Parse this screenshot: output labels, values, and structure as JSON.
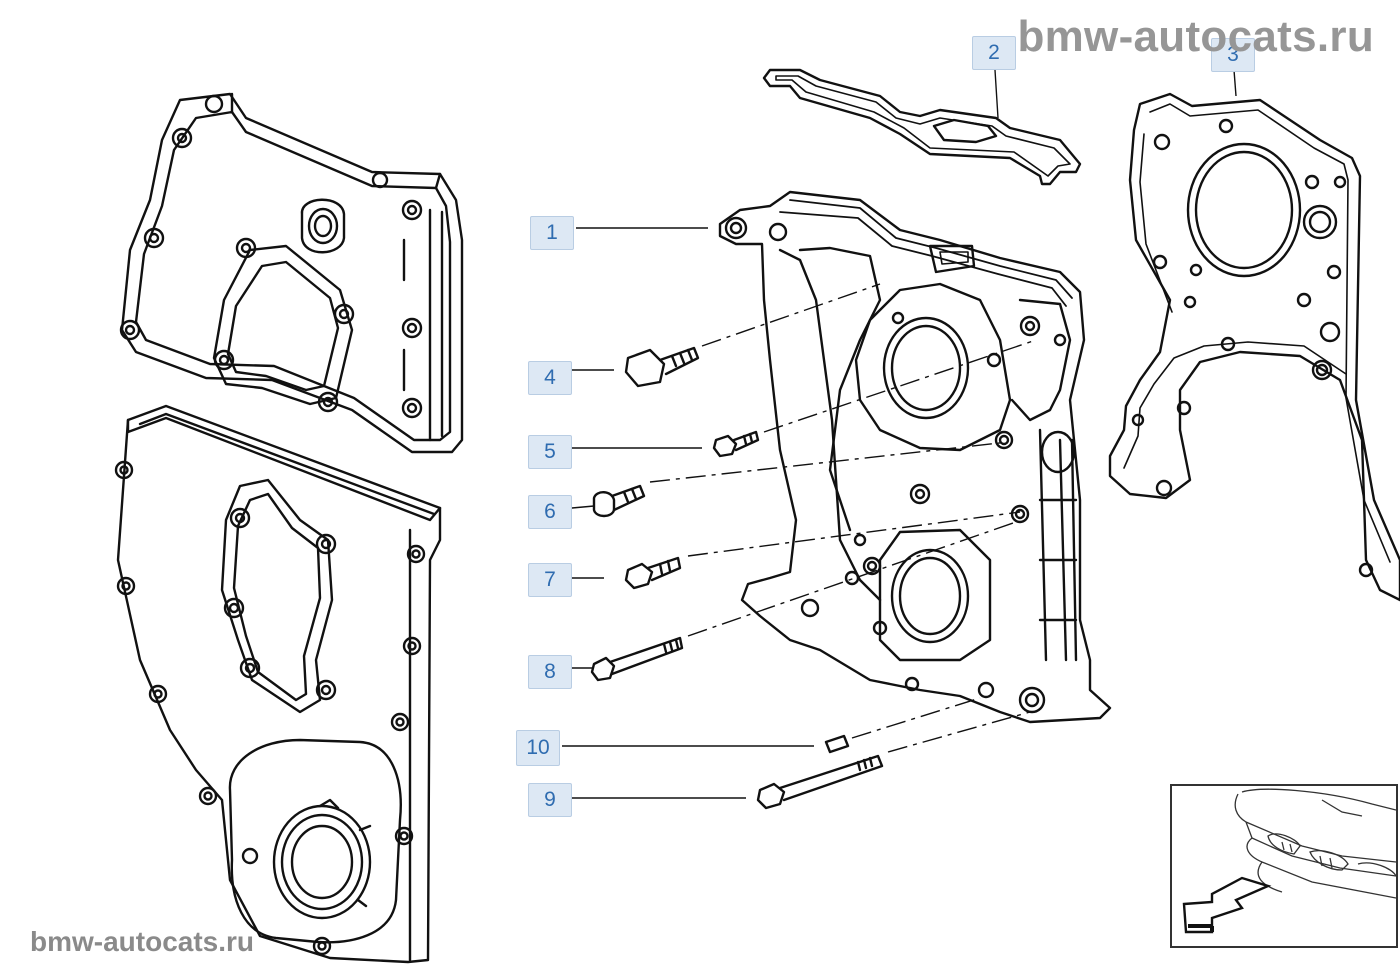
{
  "watermarks": {
    "top": "bmw-autocats.ru",
    "bottom": "bmw-autocats.ru"
  },
  "callouts": [
    "1",
    "2",
    "3",
    "4",
    "5",
    "6",
    "7",
    "8",
    "9",
    "10"
  ],
  "colors": {
    "callout_background": "#dde8f4",
    "callout_text": "#2f6cb0",
    "line_art": "#111111",
    "watermark": "#969696"
  },
  "icons": {
    "navigation_thumbnail": "car-front-thumbnail-with-arrow"
  }
}
